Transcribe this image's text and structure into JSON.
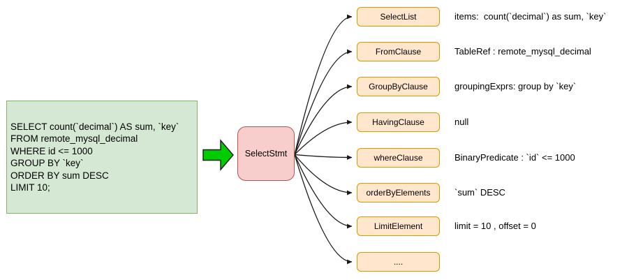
{
  "diagram": {
    "title_hint": "SQL parse tree of a SELECT statement",
    "sql_box": {
      "lines": [
        "SELECT count(`decimal`) AS sum, `key`",
        "FROM remote_mysql_decimal",
        "WHERE id <= 1000",
        "GROUP BY `key`",
        "ORDER BY sum DESC",
        "LIMIT 10;"
      ]
    },
    "flow_arrow_icon": "green-right-arrow",
    "root_node": {
      "label": "SelectStmt"
    },
    "rows": [
      {
        "label": "SelectList",
        "description": "items:  count(`decimal`) as sum, `key`"
      },
      {
        "label": "FromClause",
        "description": "TableRef : remote_mysql_decimal"
      },
      {
        "label": "GroupByClause",
        "description": "groupingExprs: group by `key`"
      },
      {
        "label": "HavingClause",
        "description": "null"
      },
      {
        "label": "whereClause",
        "description": "BinaryPredicate : `id` <= 1000"
      },
      {
        "label": "orderByElements",
        "description": "`sum` DESC"
      },
      {
        "label": "LimitElement",
        "description": "limit = 10 , offset = 0"
      },
      {
        "label": "....",
        "description": ""
      }
    ],
    "colors": {
      "sql_box_fill": "#d5e8d4",
      "sql_box_border": "#82b366",
      "root_node_fill": "#f8cecc",
      "root_node_border": "#b85450",
      "clause_node_fill": "#ffe6cc",
      "clause_node_border": "#d79b00",
      "flow_arrow_fill": "#00cc00",
      "connector_stroke": "#1a1a1a",
      "background": "#ffffff"
    }
  }
}
